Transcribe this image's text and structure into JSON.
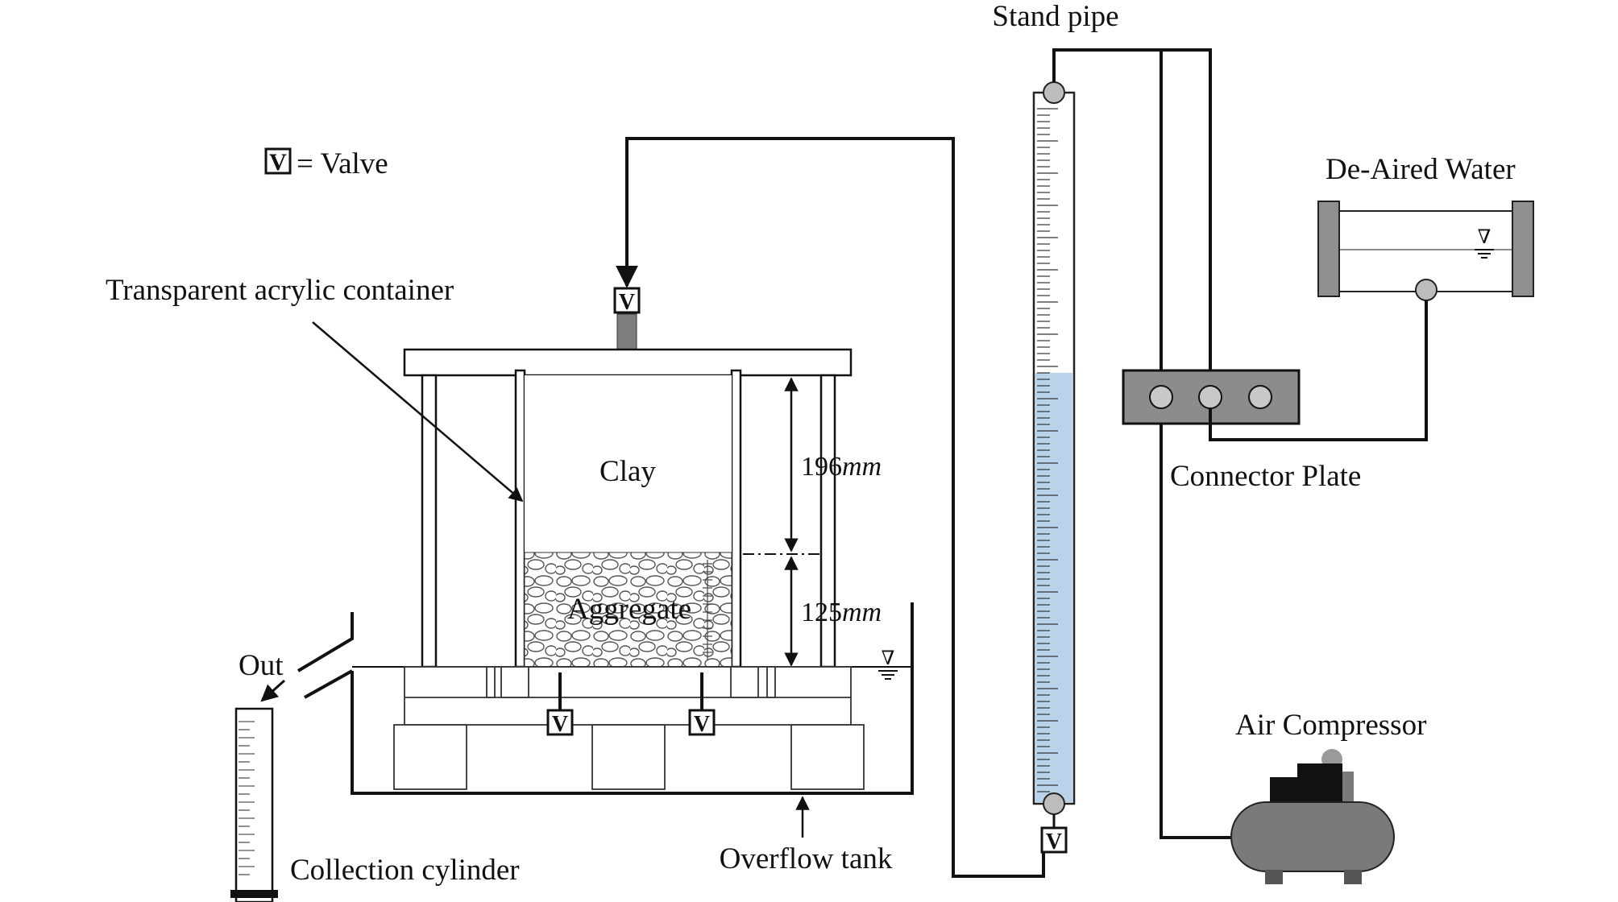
{
  "labels": {
    "stand_pipe": "Stand pipe",
    "valve_legend": "= Valve",
    "valve_symbol": "V",
    "container": "Transparent acrylic container",
    "de_aired_water": "De-Aired Water",
    "clay": "Clay",
    "aggregate": "Aggregate",
    "connector_plate": "Connector Plate",
    "out": "Out",
    "air_compressor": "Air Compressor",
    "collection_cylinder": "Collection cylinder",
    "overflow_tank": "Overflow tank",
    "water_level_symbol": "∇"
  },
  "dimensions": {
    "clay_height_value": "196",
    "aggregate_height_value": "125",
    "unit": "mm"
  },
  "colors": {
    "water": "#b9d3ea",
    "plate_grey": "#9a9a9a",
    "connector_plate": "#8c8c8c",
    "valve_knob": "#bdbdbd",
    "compressor": "#7a7a7a",
    "compressor_dark": "#111111",
    "line": "#111111"
  }
}
